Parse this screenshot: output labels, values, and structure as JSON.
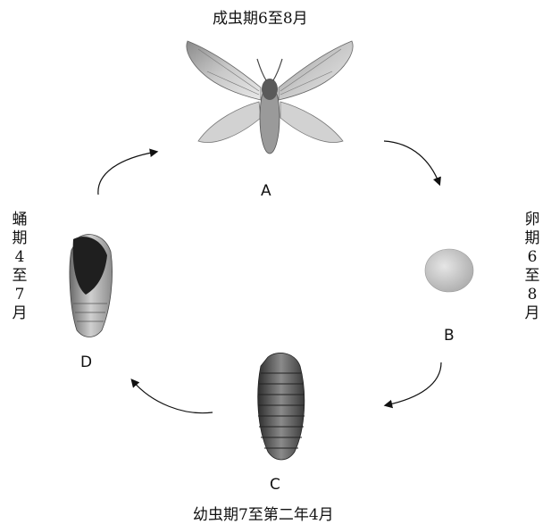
{
  "stages": {
    "adult": {
      "letter": "A",
      "caption": "成虫期6至8月"
    },
    "egg": {
      "letter": "B",
      "caption": "卵期6至8月"
    },
    "larva": {
      "letter": "C",
      "caption": "幼虫期7至第二年4月"
    },
    "pupa": {
      "letter": "D",
      "caption": "蛹期4至7月"
    }
  }
}
